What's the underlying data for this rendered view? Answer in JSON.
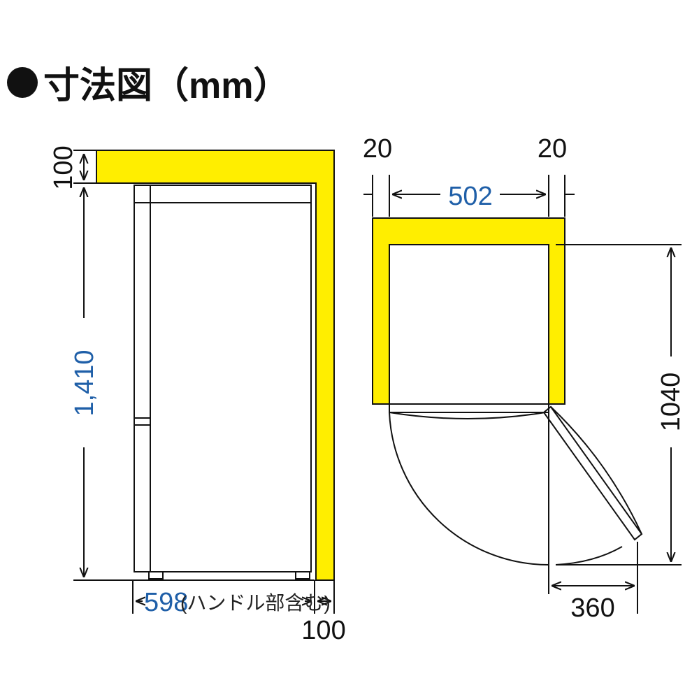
{
  "title": {
    "bullet": "●",
    "text": "寸法図（mm）"
  },
  "side_view": {
    "top_clearance": "100",
    "height": "1,410",
    "width": "598",
    "width_note": "(ハンドル部含む)",
    "back_clearance": "100"
  },
  "top_view": {
    "left_clearance": "20",
    "right_clearance": "20",
    "width": "502",
    "depth_door_open": "1040",
    "door_swing": "360"
  },
  "colors": {
    "clearance": "#ffee00",
    "dimension_text": "#1f5fa8",
    "line": "#111111"
  }
}
